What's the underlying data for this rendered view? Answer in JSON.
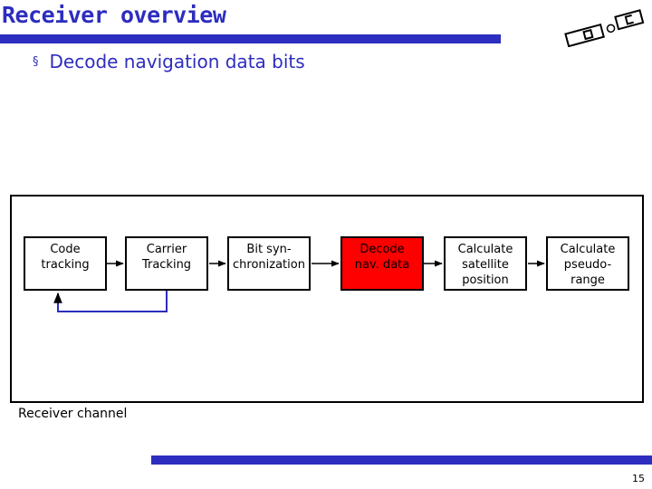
{
  "slide": {
    "title": "Receiver overview",
    "bullet": "Decode navigation data bits",
    "bullet_marker": "§",
    "page_number": "15"
  },
  "diagram": {
    "channel_label": "Receiver channel",
    "blocks": [
      {
        "lines": [
          "Code",
          "tracking"
        ],
        "highlighted": false
      },
      {
        "lines": [
          "Carrier",
          "Tracking"
        ],
        "highlighted": false
      },
      {
        "lines": [
          "Bit syn-",
          "chronization"
        ],
        "highlighted": false
      },
      {
        "lines": [
          "Decode",
          "nav. data"
        ],
        "highlighted": true
      },
      {
        "lines": [
          "Calculate",
          "satellite",
          "position"
        ],
        "highlighted": false
      },
      {
        "lines": [
          "Calculate",
          "pseudo-",
          "range"
        ],
        "highlighted": false
      }
    ],
    "highlight_color": "#ff0000"
  },
  "colors": {
    "accent": "#2d2dbf"
  }
}
